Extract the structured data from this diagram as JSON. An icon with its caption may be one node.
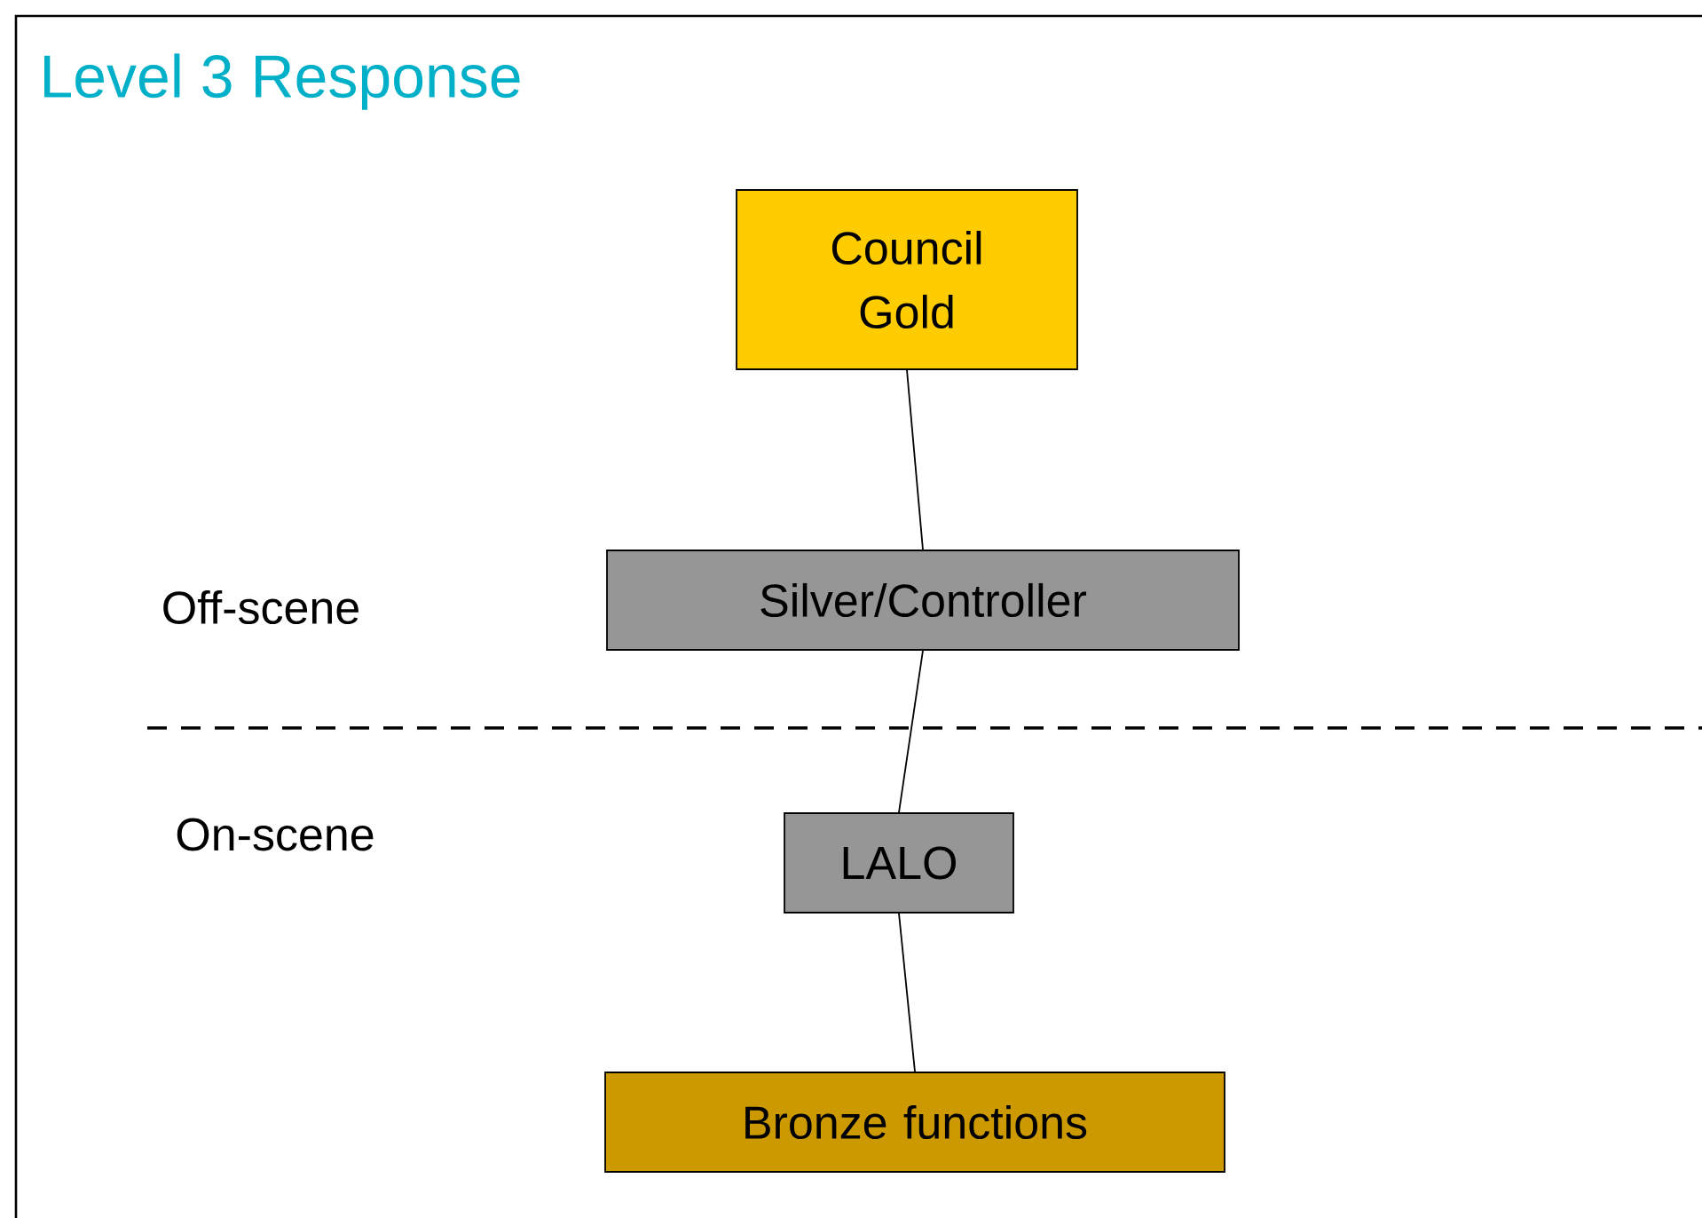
{
  "diagram": {
    "title": "Level 3 Response",
    "nodes": [
      {
        "text": [
          "Council Gold"
        ]
      },
      {
        "text": [
          "Silver/Controller"
        ]
      },
      {
        "text": [
          "LALO"
        ]
      },
      {
        "text": [
          "Bronze functions"
        ]
      }
    ],
    "edges": [
      {
        "from": 0,
        "to": 1,
        "arrow": "none"
      },
      {
        "from": 1,
        "to": 2,
        "arrow": "none"
      },
      {
        "from": 2,
        "to": 3,
        "arrow": "none"
      }
    ],
    "labels": [
      "Off-scene",
      "On-scene"
    ]
  }
}
